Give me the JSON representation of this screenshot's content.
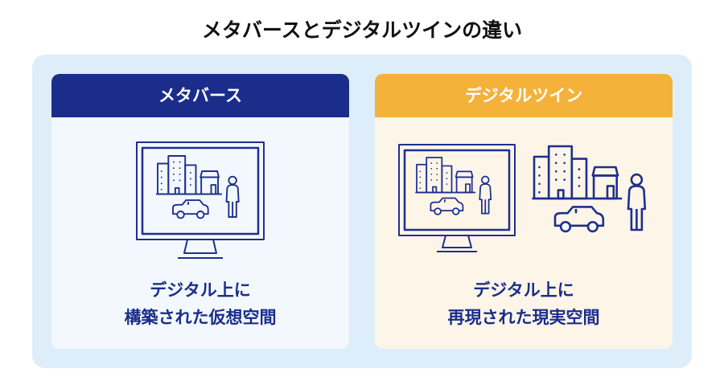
{
  "title": "メタバースとデジタルツインの違い",
  "cards": [
    {
      "header": "メタバース",
      "caption_line1": "デジタル上に",
      "caption_line2": "構築された仮想空間",
      "header_color": "#1a2d8a",
      "body_color": "#f2f8fd"
    },
    {
      "header": "デジタルツイン",
      "caption_line1": "デジタル上に",
      "caption_line2": "再現された現実空間",
      "header_color": "#f5b23a",
      "body_color": "#fdf5e8"
    }
  ],
  "colors": {
    "icon": "#1e2f8c",
    "panel": "#ddeefa"
  }
}
